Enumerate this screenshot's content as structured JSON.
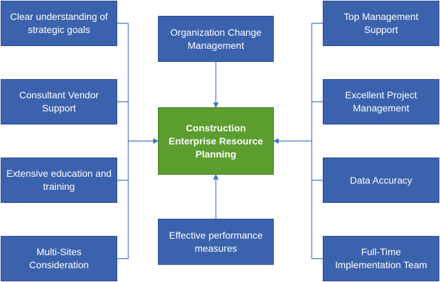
{
  "center": {
    "text": "Construction Enterprise Resource Planning"
  },
  "left_factors": [
    {
      "text": "Clear understanding of strategic goals"
    },
    {
      "text": "Consultant Vendor Support"
    },
    {
      "text": "Extensive education and training"
    },
    {
      "text": "Multi-Sites Consideration"
    }
  ],
  "right_factors": [
    {
      "text": "Top Management Support"
    },
    {
      "text": "Excellent Project Management"
    },
    {
      "text": "Data Accuracy"
    },
    {
      "text": "Full-Time Implementation Team"
    }
  ],
  "top_factor": {
    "text": "Organization Change Management"
  },
  "bottom_factor": {
    "text": "Effective performance measures"
  },
  "colors": {
    "factor_fill": "#3b62ad",
    "center_fill": "#5b9e2f",
    "connector": "#4472c4"
  }
}
